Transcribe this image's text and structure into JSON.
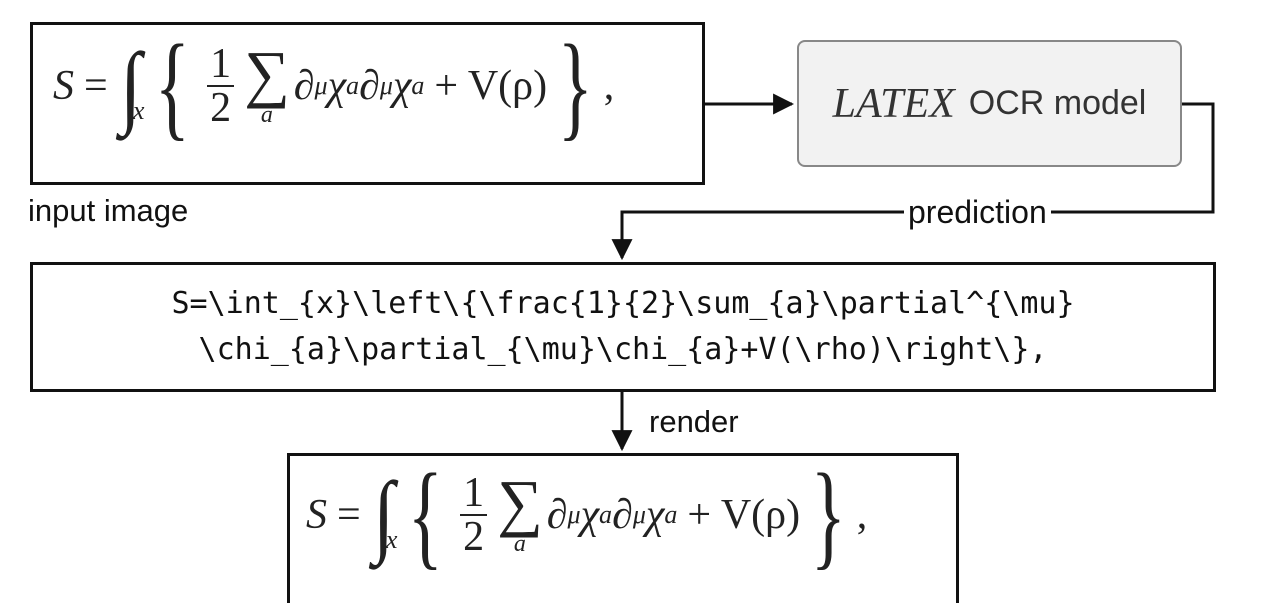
{
  "input_box": {
    "label": "input image",
    "equation": {
      "lhs": "S",
      "eq": "=",
      "int_sign": "∫",
      "int_sub": "x",
      "open_brace": "{",
      "frac_num": "1",
      "frac_den": "2",
      "sum_sign": "∑",
      "sum_sub": "a",
      "partial1": "∂",
      "partial1_sup": "μ",
      "chi1": "χ",
      "chi1_sub": "a",
      "partial2": "∂",
      "partial2_sub": "μ",
      "chi2": "χ",
      "chi2_sub": "a",
      "plus_term": "+ V(ρ)",
      "close_brace": "}",
      "trail": ","
    }
  },
  "model_box": {
    "latex_logo": "LATEX",
    "label": "OCR model"
  },
  "prediction_label": "prediction",
  "code_box": {
    "line1": "S=\\int_{x}\\left\\{\\frac{1}{2}\\sum_{a}\\partial^{\\mu}",
    "line2": "\\chi_{a}\\partial_{\\mu}\\chi_{a}+V(\\rho)\\right\\},"
  },
  "render_label": "render",
  "colors": {
    "stroke": "#111111",
    "model_fill": "#f2f2f2",
    "model_border": "#888888"
  }
}
